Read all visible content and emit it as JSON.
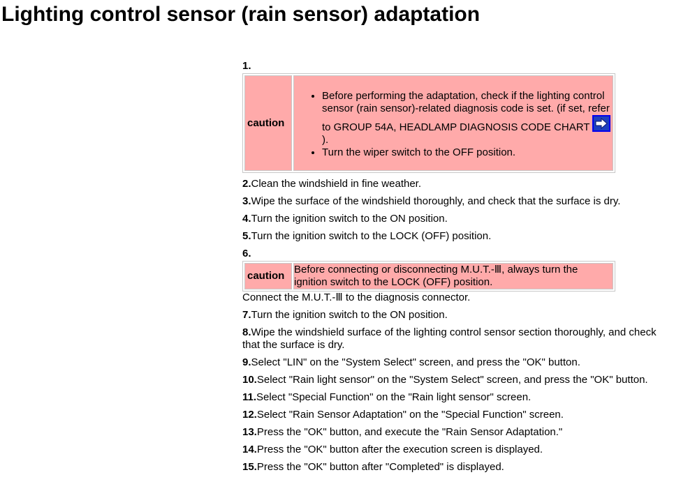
{
  "title": "Lighting control sensor (rain sensor) adaptation",
  "steps": [
    {
      "num": "1."
    },
    {
      "caution1": {
        "label": "caution",
        "bullet1_pre": "Before performing the adaptation, check if the lighting control sensor (rain sensor)-related diagnosis code is set. (if set, refer to GROUP 54A, HEADLAMP DIAGNOSIS CODE CHART ",
        "bullet1_post": ").",
        "bullet2": "Turn the wiper switch to the OFF position."
      }
    },
    {
      "num": "2.",
      "text": "Clean the windshield in fine weather."
    },
    {
      "num": "3.",
      "text": "Wipe the surface of the windshield thoroughly, and check that the surface is dry."
    },
    {
      "num": "4.",
      "text": "Turn the ignition switch to the ON position."
    },
    {
      "num": "5.",
      "text": "Turn the ignition switch to the LOCK (OFF) position."
    },
    {
      "num": "6."
    },
    {
      "caution2": {
        "label": "caution",
        "text": "Before connecting or disconnecting M.U.T.-Ⅲ, always turn the ignition switch to the LOCK (OFF) position."
      }
    },
    {
      "after6": "Connect the M.U.T.-Ⅲ to the diagnosis connector."
    },
    {
      "num": "7.",
      "text": "Turn the ignition switch to the ON position."
    },
    {
      "num": "8.",
      "text": "Wipe the windshield surface of the lighting control sensor section thoroughly, and check that the surface is dry."
    },
    {
      "num": "9.",
      "text": "Select \"LIN\" on the \"System Select\" screen, and press the \"OK\" button."
    },
    {
      "num": "10.",
      "text": "Select \"Rain light sensor\" on the \"System Select\" screen, and press the \"OK\" button."
    },
    {
      "num": "11.",
      "text": "Select \"Special Function\" on the \"Rain light sensor\" screen."
    },
    {
      "num": "12.",
      "text": "Select \"Rain Sensor Adaptation\" on the \"Special Function\" screen."
    },
    {
      "num": "13.",
      "text": "Press the \"OK\" button, and execute the \"Rain Sensor Adaptation.\""
    },
    {
      "num": "14.",
      "text": "Press the \"OK\" button after the execution screen is displayed."
    },
    {
      "num": "15.",
      "text": "Press the \"OK\" button after \"Completed\" is displayed."
    }
  ],
  "link_icon": "right-arrow-link-icon",
  "colors": {
    "caution_bg": "#ffaaaa",
    "border": "#c8c8c8",
    "link_box": "#0000ee",
    "arrow_fill": "#ffffff"
  }
}
